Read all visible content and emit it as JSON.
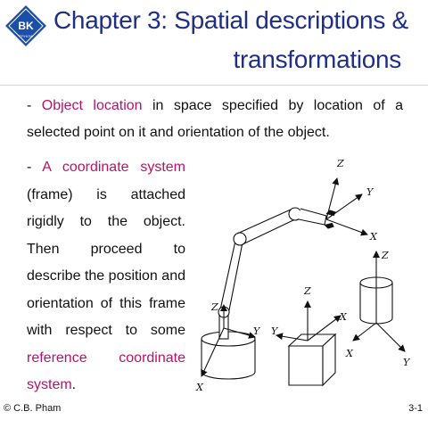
{
  "logo": {
    "text": "BK",
    "subtext": "TP.HCM"
  },
  "title": {
    "line1": "Chapter 3: Spatial descriptions &",
    "line2": "transformations"
  },
  "paragraph1": {
    "dash": "- ",
    "highlight": "Object location",
    "rest": " in space specified by location of a selected point on it and orientation of the object."
  },
  "paragraph2": {
    "dash": "- ",
    "highlight1": "A coordinate system",
    "mid": " (frame) is attached rigidly to the object. Then proceed to describe the position and orientation of this frame with respect to some ",
    "highlight2": "reference coordinate system",
    "end": "."
  },
  "figure_labels": {
    "gripper": {
      "z": "Z",
      "y": "Y",
      "x": "X"
    },
    "base": {
      "z": "Z",
      "y": "Y",
      "x": "X"
    },
    "box": {
      "z": "Z",
      "y": "Y",
      "x": "X"
    },
    "cylinder": {
      "z": "Z",
      "x": "X",
      "y": "Y"
    }
  },
  "footer": {
    "author": "© C.B. Pham",
    "page": "3-1"
  },
  "colors": {
    "title": "#1f2f86",
    "highlight": "#b8136a"
  }
}
